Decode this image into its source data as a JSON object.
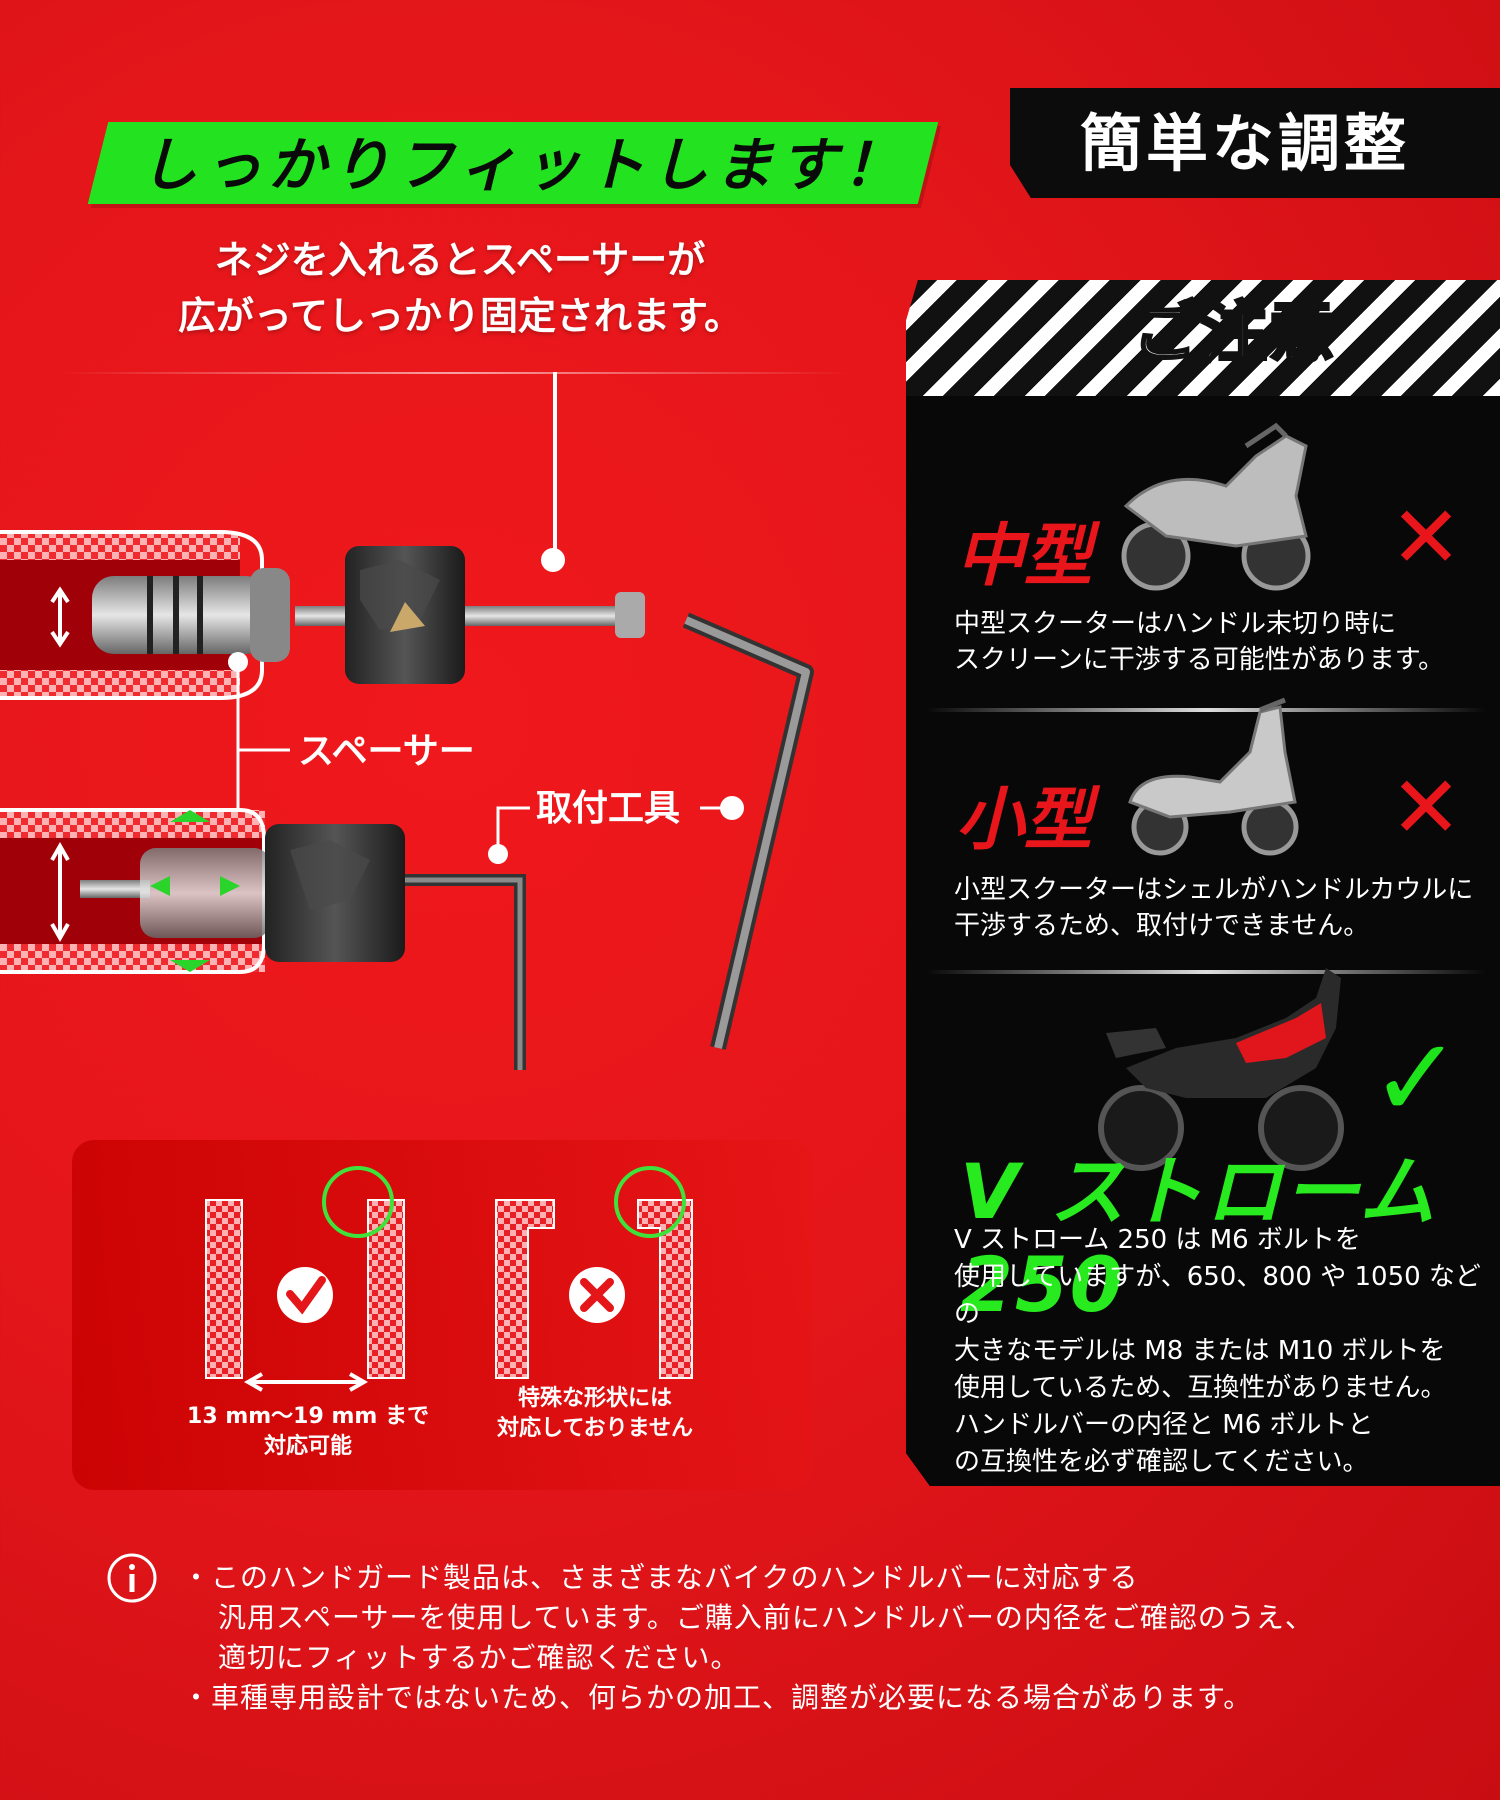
{
  "header": {
    "banner": "しっかりフィットします！",
    "tab": "簡単な調整",
    "subtitle_1": "ネジを入れるとスペーサーが",
    "subtitle_2": "広がってしっかり固定されます。"
  },
  "diagram": {
    "spacer_label": "スペーサー",
    "tool_label": "取付工具"
  },
  "fit_box": {
    "ok_caption_1": "13 mm～19 mm まで",
    "ok_caption_2": "対応可能",
    "ng_caption_1": "特殊な形状には",
    "ng_caption_2": "対応しておりません"
  },
  "warning": {
    "title": "ご注意",
    "items": [
      {
        "label": "中型",
        "note_1": "中型スクーターはハンドル末切り時に",
        "note_2": "スクリーンに干渉する可能性があります。",
        "mark": "✕"
      },
      {
        "label": "小型",
        "note_1": "小型スクーターはシェルがハンドルカウルに",
        "note_2": "干渉するため、取付けできません。",
        "mark": "✕"
      }
    ],
    "ok_model": "V ストローム 250",
    "ok_mark": "✓",
    "ok_note": [
      "V ストローム 250 は M6 ボルトを",
      "使用していますが、650、800 や 1050 などの",
      "大きなモデルは M8 または M10 ボルトを",
      "使用しているため、互換性がありません。",
      "ハンドルバーの内径と M6 ボルトと",
      "の互換性を必ず確認してください。"
    ]
  },
  "info": {
    "icon": "info-icon",
    "lines": [
      "・このハンドガード製品は、さまざまなバイクのハンドルバーに対応する",
      "汎用スペーサーを使用しています。ご購入前にハンドルバーの内径をご確認のうえ、",
      "適切にフィットするかご確認ください。",
      "・車種専用設計ではないため、何らかの加工、調整が必要になる場合があります。"
    ]
  },
  "colors": {
    "red": "#e4161a",
    "green": "#23e21f",
    "black": "#0c0c0c"
  }
}
